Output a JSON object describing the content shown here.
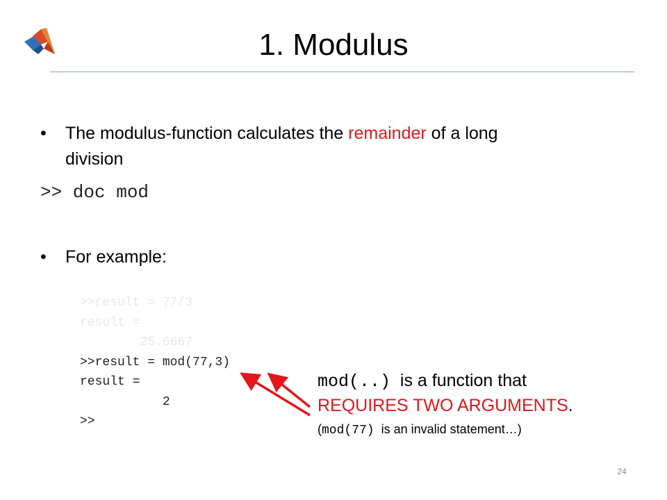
{
  "slide": {
    "title": "1. Modulus",
    "page_number": "24"
  },
  "bullets": [
    {
      "before": "The modulus-function calculates the ",
      "highlight": "remainder",
      "after": " of a long",
      "line2": "division"
    },
    {
      "text": "For example:"
    }
  ],
  "command": ">> doc mod",
  "code": {
    "faded_lines": [
      ">>result = 77/3",
      "result =",
      "        25.6667"
    ],
    "lines": [
      ">>result = mod(77,3)",
      "result =",
      "           2",
      ">>"
    ]
  },
  "annotation": {
    "code_term": "mod(..)",
    "line1_rest": "  is a function that",
    "line2": "REQUIRES TWO ARGUMENTS",
    "line2_end": ".",
    "line3_open": "(",
    "line3_code": "mod(77)",
    "line3_rest": "  is an invalid statement…)"
  },
  "colors": {
    "accent_red": "#e3161b",
    "title_rule": "#8aa9b7"
  },
  "icons": {
    "logo": "matlab-logo-icon",
    "bullet": "bullet-icon",
    "arrow": "red-arrow-icon"
  }
}
